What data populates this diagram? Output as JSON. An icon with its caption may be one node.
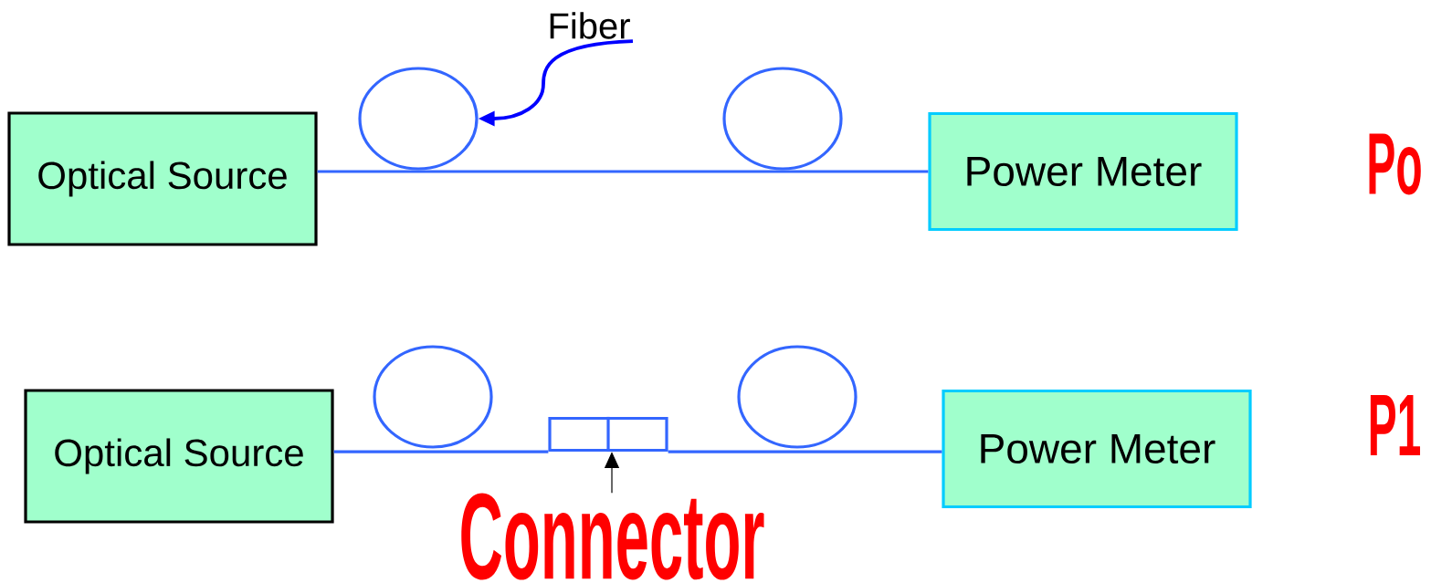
{
  "diagram": {
    "nodes": [
      {
        "text": [
          "Fiber"
        ]
      },
      {
        "text": [],
        "shape": "circle"
      },
      {
        "text": [],
        "shape": "circle"
      },
      {
        "text": [
          "Optical Source"
        ]
      },
      {
        "text": [
          "Power Meter"
        ]
      },
      {
        "text": [],
        "shape": "circle"
      },
      {
        "text": [],
        "shape": "circle"
      },
      {
        "text": [
          "Optical Source"
        ]
      },
      {
        "text": [],
        "shape": "box"
      },
      {
        "text": [
          "Power Meter"
        ]
      },
      {
        "text": [
          "Connector"
        ]
      }
    ],
    "edges": [
      {
        "from": 3,
        "to": 4,
        "arrow": "none"
      },
      {
        "from": 0,
        "to": 1,
        "arrow": "to",
        "color": "#0000ff"
      },
      {
        "from": 7,
        "to": 8,
        "arrow": "none"
      },
      {
        "from": 8,
        "to": 9,
        "arrow": "none"
      },
      {
        "from": 10,
        "to": 8,
        "arrow": "to",
        "color": "#000000"
      }
    ],
    "labels": [
      "Po",
      "P1"
    ]
  }
}
